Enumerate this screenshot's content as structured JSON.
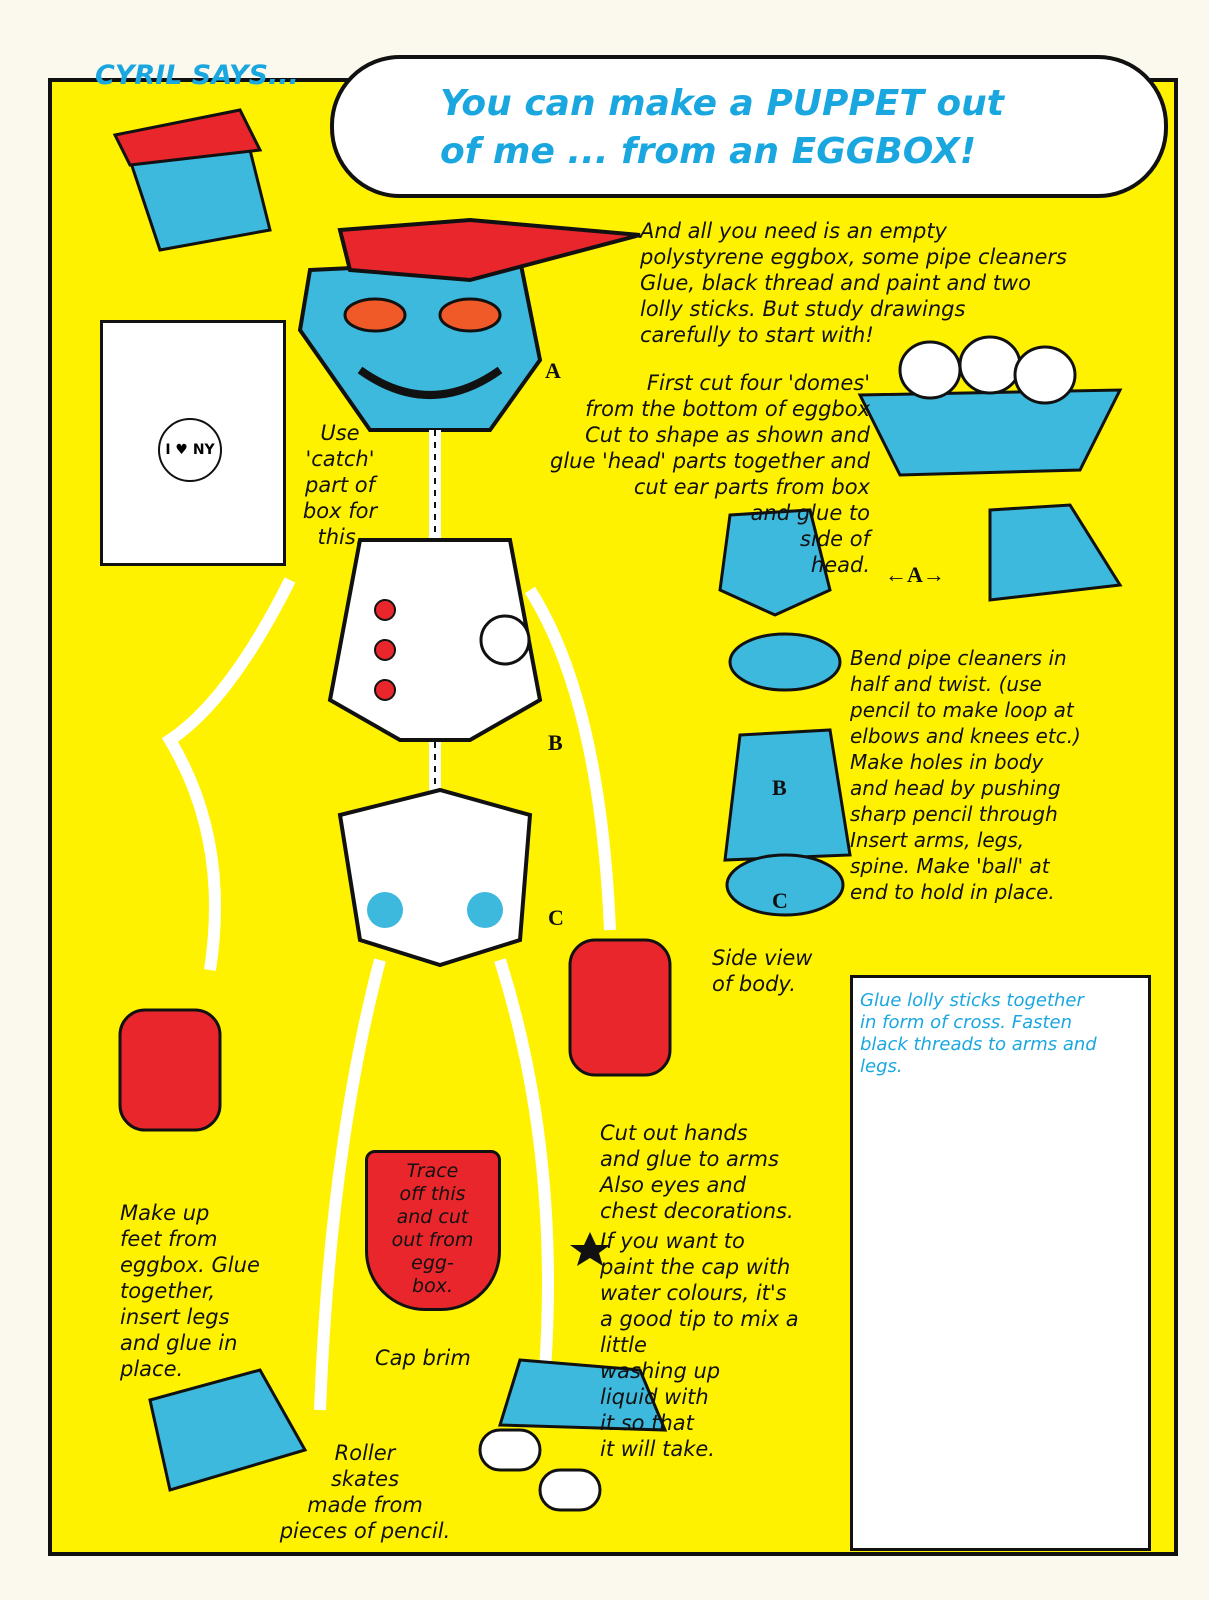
{
  "header": {
    "speaker": "CYRIL SAYS...",
    "title": "You can make a PUPPET out\nof me ... from an EGGBOX!"
  },
  "intro": "And all you need is an empty\npolystyrene eggbox, some pipe cleaners\nGlue, black thread and paint and two\nlolly sticks. But study drawings\ncarefully to start with!",
  "steps": {
    "step_a": "First cut four 'domes'\nfrom the bottom of eggbox\nCut to shape as shown and\nglue 'head' parts together and\ncut ear parts from box\nand glue to\nside of\nhead.",
    "catch": "Use\n'catch'\npart of\nbox for\nthis.",
    "pipe": "Bend pipe cleaners in\nhalf and twist. (use\npencil to make loop at\nelbows and knees etc.)\nMake holes in body\nand head by pushing\nsharp pencil through\nInsert arms, legs,\nspine. Make 'ball' at\nend to hold in place.",
    "side_view": "Side view\nof body.",
    "hands": "Cut out hands\nand glue to arms\nAlso eyes and\nchest decorations.",
    "tip": "If you want to\npaint the cap with\nwater colours, it's\na good tip to mix a\nlittle\nwashing up\nliquid with\nit so that\nit will take.",
    "feet": "Make up\nfeet from\neggbox. Glue\ntogether,\ninsert legs\nand glue in\nplace.",
    "brim_trace": "Trace\noff this\nand cut\nout from\negg-\nbox.",
    "cap_brim": "Cap brim",
    "skates": "Roller\nskates\nmade from\npieces of pencil.",
    "cross": "Glue lolly sticks together\nin form of cross. Fasten\nblack threads to arms and\nlegs."
  },
  "labels": {
    "a": "A",
    "b": "B",
    "c": "C",
    "a_arrow": "←A→",
    "ny_badge": "I ♥ NY"
  },
  "colors": {
    "background": "#fff200",
    "accent": "#1aa7e0",
    "red": "#e8262b"
  }
}
